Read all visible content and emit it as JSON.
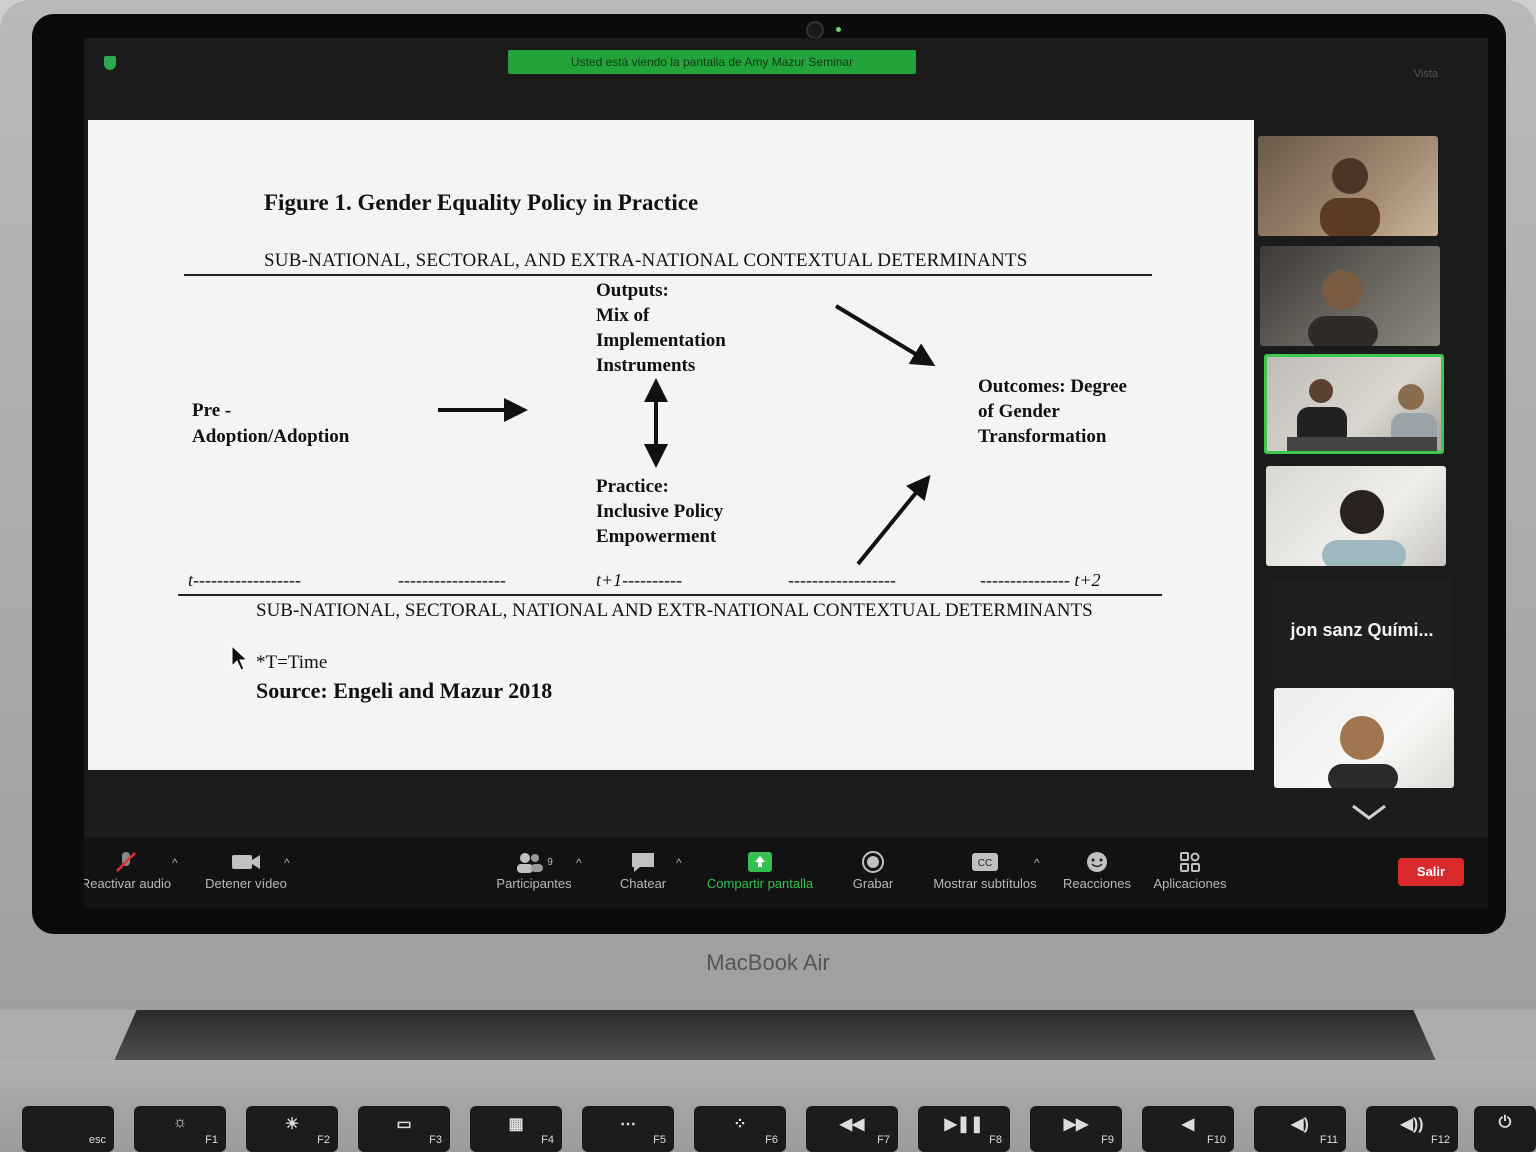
{
  "zoom": {
    "share_banner": "Usted está viendo la pantalla de Amy Mazur Seminar",
    "view_label": "Vista",
    "toolbar": {
      "mute": "Reactivar audio",
      "video": "Detener vídeo",
      "participants": "Participantes",
      "participants_count": "9",
      "chat": "Chatear",
      "share": "Compartir pantalla",
      "record": "Grabar",
      "captions": "Mostrar subtítulos",
      "reactions": "Reacciones",
      "apps": "Aplicaciones",
      "leave": "Salir"
    },
    "participant_name": "jon sanz Quími..."
  },
  "slide": {
    "title": "Figure 1. Gender Equality Policy in Practice",
    "context_top": "SUB-NATIONAL, SECTORAL, AND EXTRA-NATIONAL CONTEXTUAL DETERMINANTS",
    "outputs": [
      "Outputs:",
      "Mix of",
      "Implementation",
      "Instruments"
    ],
    "pre_adoption": [
      "Pre -",
      "Adoption/Adoption"
    ],
    "outcomes": [
      "Outcomes: Degree",
      "of Gender",
      "Transformation"
    ],
    "practice": [
      "Practice:",
      "Inclusive Policy",
      "Empowerment"
    ],
    "timeline": {
      "t": "t------------------",
      "seg2": "------------------",
      "t1": "t+1----------",
      "seg4": "------------------",
      "t2": "--------------- t+2"
    },
    "context_bottom": "SUB-NATIONAL, SECTORAL, NATIONAL AND EXTR-NATIONAL CONTEXTUAL DETERMINANTS",
    "time_note": "*T=Time",
    "source": "Source: Engeli and Mazur 2018"
  },
  "device": {
    "brand": "MacBook Air",
    "keys": [
      "esc",
      "F1",
      "F2",
      "F3",
      "F4",
      "F5",
      "F6",
      "F7",
      "F8",
      "F9",
      "F10",
      "F11",
      "F12"
    ]
  }
}
